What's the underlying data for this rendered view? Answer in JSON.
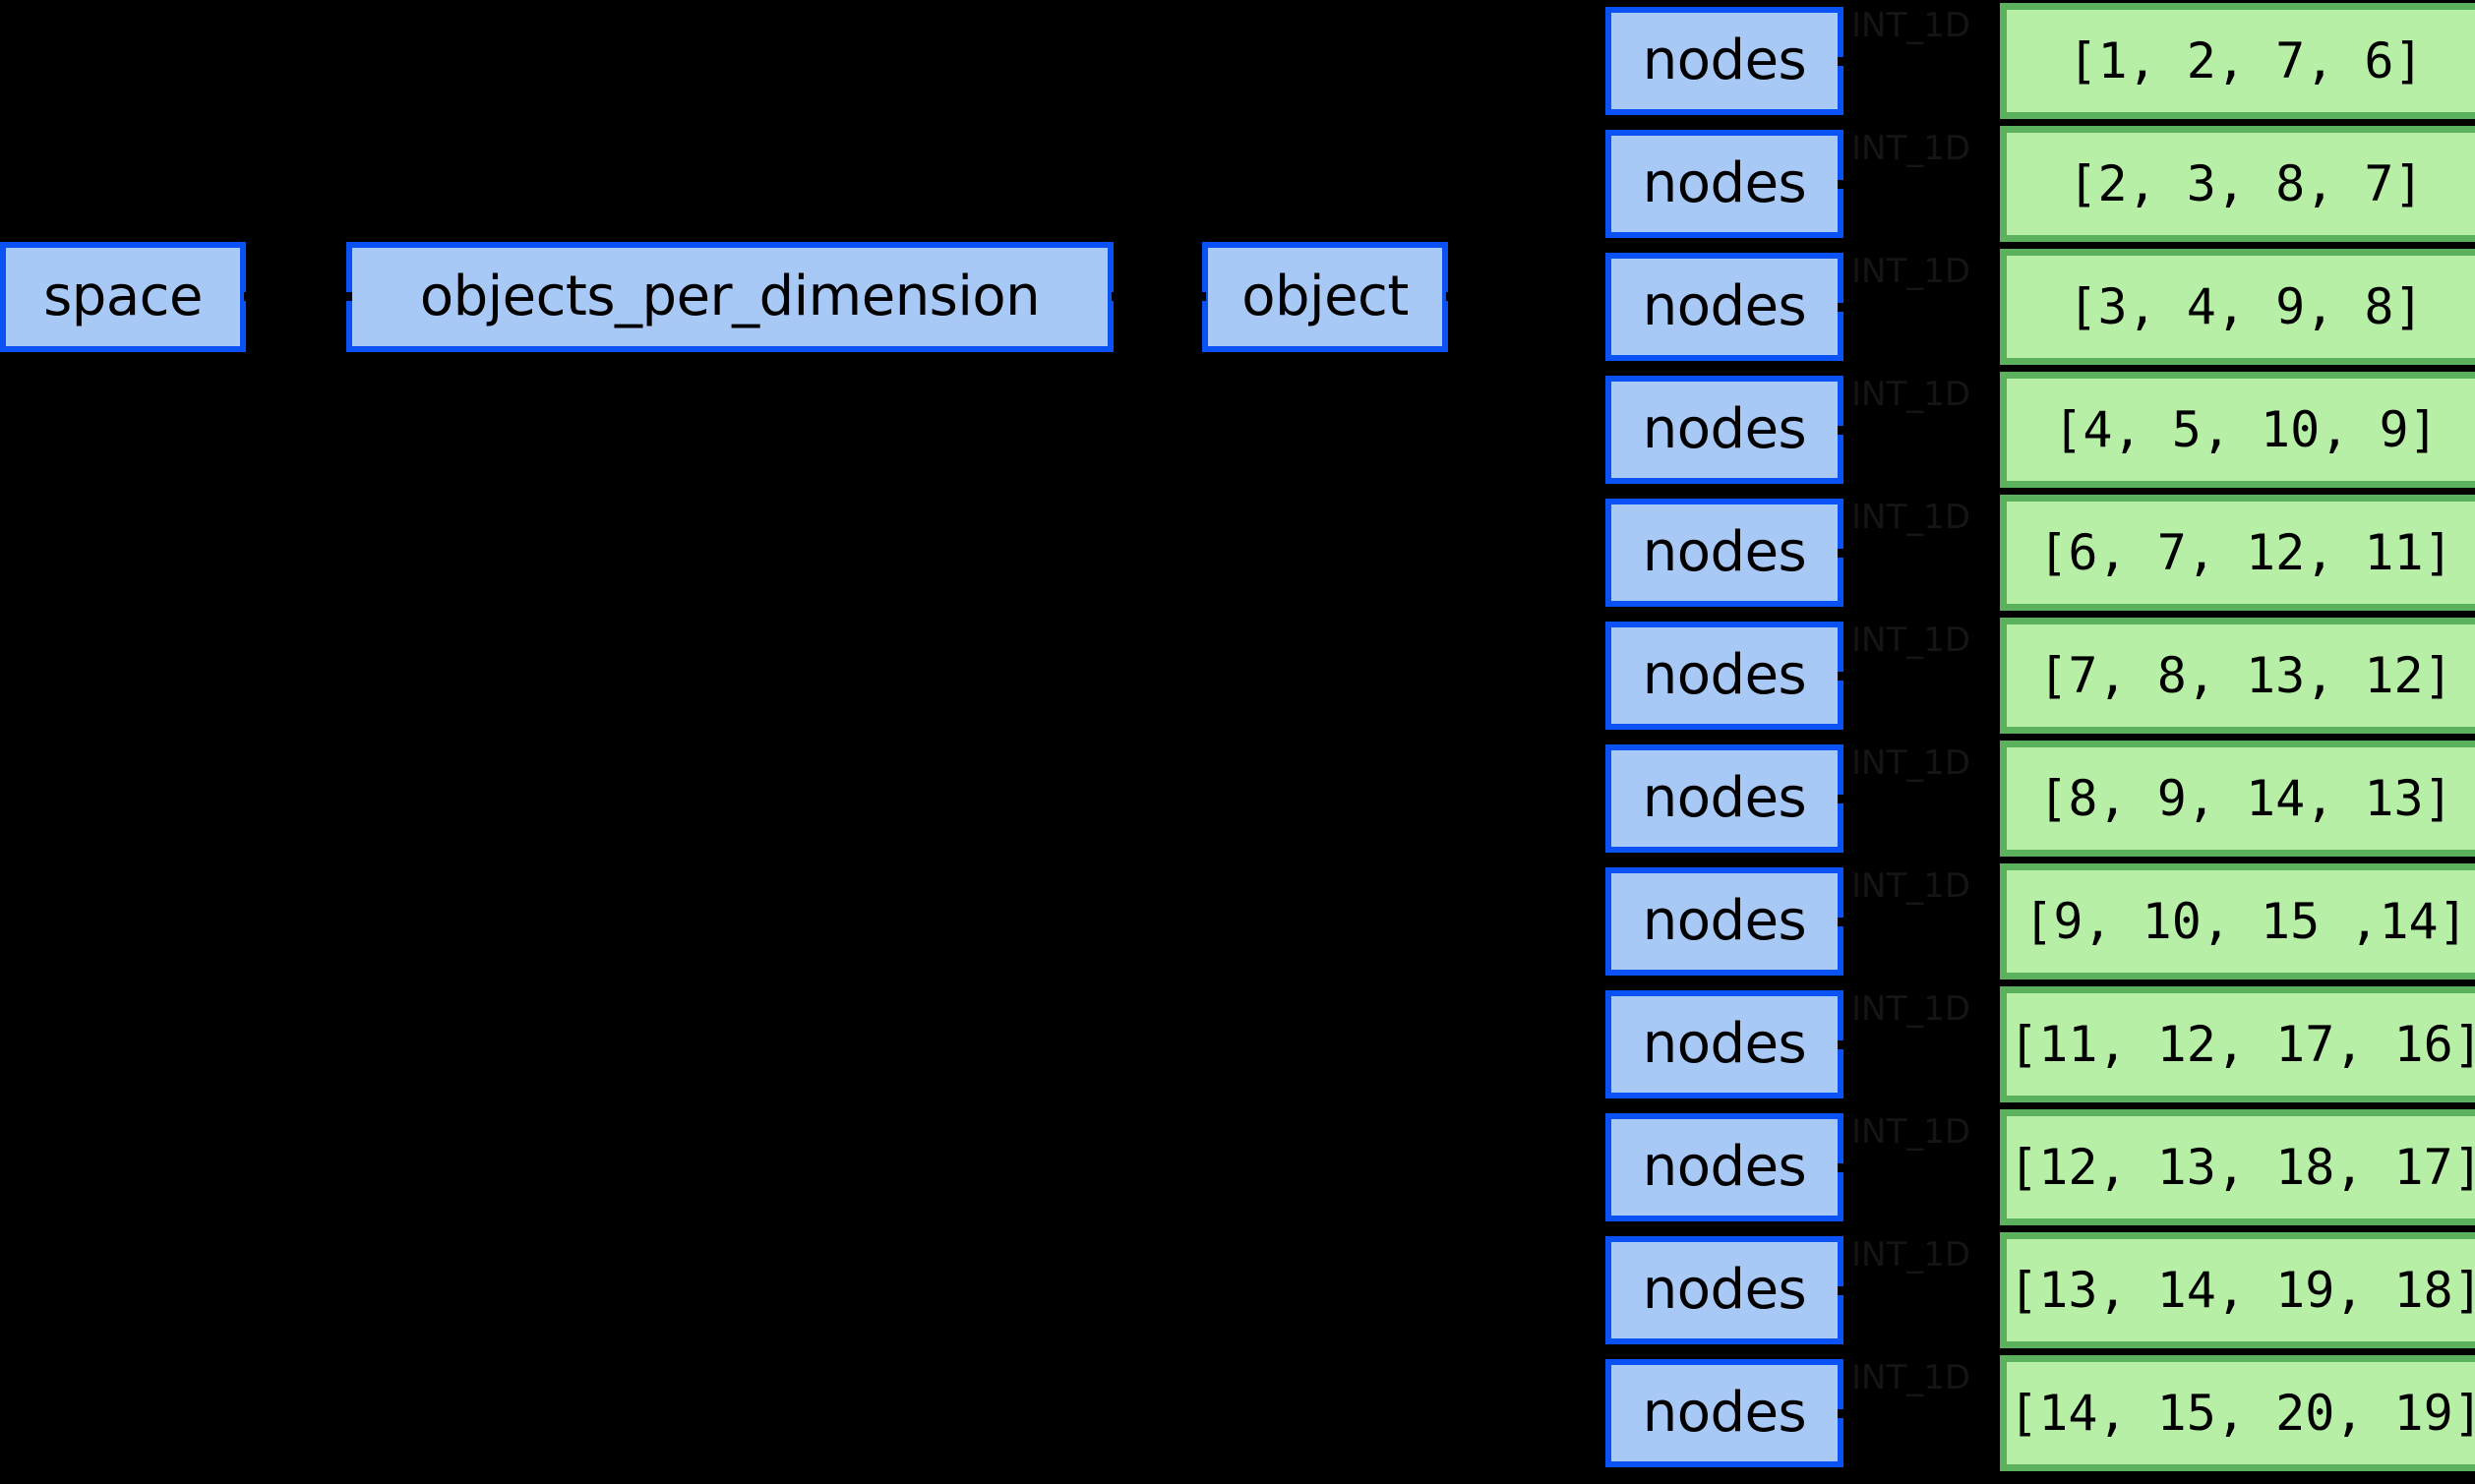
{
  "graph": {
    "background_color": "#000000",
    "node_fill_color": "#a8c8f5",
    "node_border_color": "#0a52f5",
    "value_fill_color": "#b7efa7",
    "value_border_color": "#5cb25c",
    "edge_label_color": "#151515"
  },
  "top_nodes": [
    {
      "label": "space"
    },
    {
      "label": "objects_per_dimension"
    },
    {
      "label": "object"
    }
  ],
  "rows": [
    {
      "node_label": "nodes",
      "edge_label": "INT_1D",
      "value": "[1, 2, 7, 6]"
    },
    {
      "node_label": "nodes",
      "edge_label": "INT_1D",
      "value": "[2, 3, 8, 7]"
    },
    {
      "node_label": "nodes",
      "edge_label": "INT_1D",
      "value": "[3, 4, 9, 8]"
    },
    {
      "node_label": "nodes",
      "edge_label": "INT_1D",
      "value": "[4, 5, 10, 9]"
    },
    {
      "node_label": "nodes",
      "edge_label": "INT_1D",
      "value": "[6, 7, 12, 11]"
    },
    {
      "node_label": "nodes",
      "edge_label": "INT_1D",
      "value": "[7, 8, 13, 12]"
    },
    {
      "node_label": "nodes",
      "edge_label": "INT_1D",
      "value": "[8, 9, 14, 13]"
    },
    {
      "node_label": "nodes",
      "edge_label": "INT_1D",
      "value": "[9, 10, 15 ,14]"
    },
    {
      "node_label": "nodes",
      "edge_label": "INT_1D",
      "value": "[11, 12, 17, 16]"
    },
    {
      "node_label": "nodes",
      "edge_label": "INT_1D",
      "value": "[12, 13, 18, 17]"
    },
    {
      "node_label": "nodes",
      "edge_label": "INT_1D",
      "value": "[13, 14, 19, 18]"
    },
    {
      "node_label": "nodes",
      "edge_label": "INT_1D",
      "value": "[14, 15, 20, 19]"
    }
  ]
}
